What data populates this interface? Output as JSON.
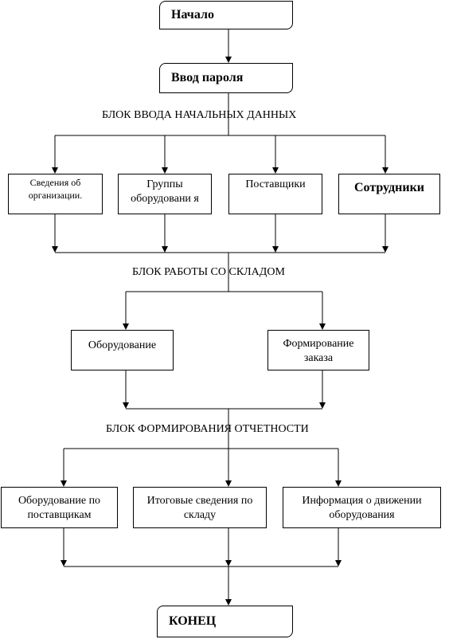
{
  "start": "Начало",
  "password": "Ввод пароля",
  "end": "КОНЕЦ",
  "sections": {
    "input": "БЛОК ВВОДА НАЧАЛЬНЫХ ДАННЫХ",
    "warehouse": "БЛОК РАБОТЫ СО СКЛАДОМ",
    "reports": "БЛОК ФОРМИРОВАНИЯ ОТЧЕТНОСТИ"
  },
  "input_blocks": [
    "Сведения об организации.",
    "Группы оборудовани я",
    "Поставщики",
    "Сотрудники"
  ],
  "warehouse_blocks": [
    "Оборудование",
    "Формирование заказа"
  ],
  "report_blocks": [
    "Оборудование по поставщикам",
    "Итоговые сведения по складу",
    "Информация о движении оборудования"
  ]
}
